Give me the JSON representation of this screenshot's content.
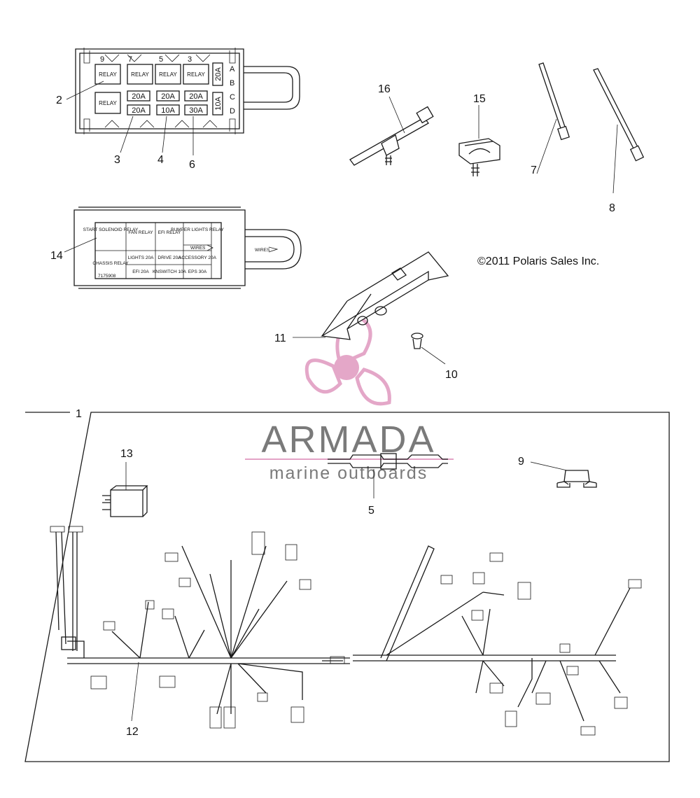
{
  "copyright": "©2011 Polaris Sales Inc.",
  "watermark": {
    "brand": "ARMADA",
    "tagline": "marine outboards",
    "brand_color": "#e3a3c6",
    "text_color": "#7a7a7a"
  },
  "callouts": {
    "c1": "1",
    "c2": "2",
    "c3": "3",
    "c4": "4",
    "c5": "5",
    "c6": "6",
    "c7": "7",
    "c8": "8",
    "c9": "9",
    "c10": "10",
    "c11": "11",
    "c12": "12",
    "c13": "13",
    "c14": "14",
    "c15": "15",
    "c16": "16"
  },
  "fuse_box": {
    "top_numbers": [
      "9",
      "7",
      "5",
      "3"
    ],
    "relay_label": "RELAY",
    "fuse_row1": [
      "20A",
      "20A",
      "20A"
    ],
    "fuse_row2": [
      "20A",
      "10A",
      "30A"
    ],
    "side_fuse_1": "20A",
    "side_fuse_2": "10A",
    "side_letters": [
      "A",
      "B",
      "C",
      "D"
    ]
  },
  "fuse_cover": {
    "cells": [
      "START SOLENOID RELAY",
      "FAN RELAY",
      "EFI RELAY",
      "BUMPER LIGHTS RELAY",
      "CHASSIS RELAY",
      "LIGHTS 20A",
      "DRIVE 20A",
      "ACCESSORY 20A",
      "EFI 20A",
      "KNSWITCH 10A",
      "EPS 30A"
    ],
    "part_number": "7175908",
    "arrow_label": "WIRES",
    "tab_label": "WIRES"
  }
}
